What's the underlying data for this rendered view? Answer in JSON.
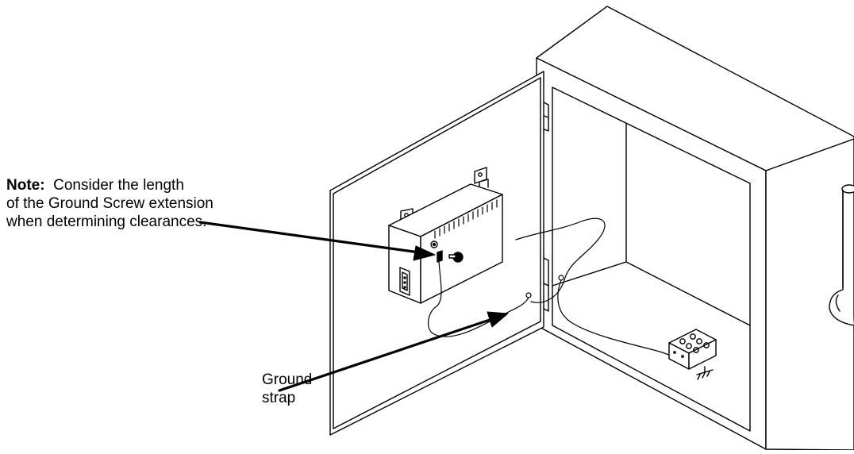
{
  "note": {
    "heading": "Note:",
    "line1": "Consider the length",
    "line2": "of the Ground Screw extension",
    "line3": "when determining clearances."
  },
  "ground_strap": {
    "line1": "Ground",
    "line2": "strap"
  },
  "colors": {
    "line": "#000000",
    "background": "#ffffff"
  }
}
